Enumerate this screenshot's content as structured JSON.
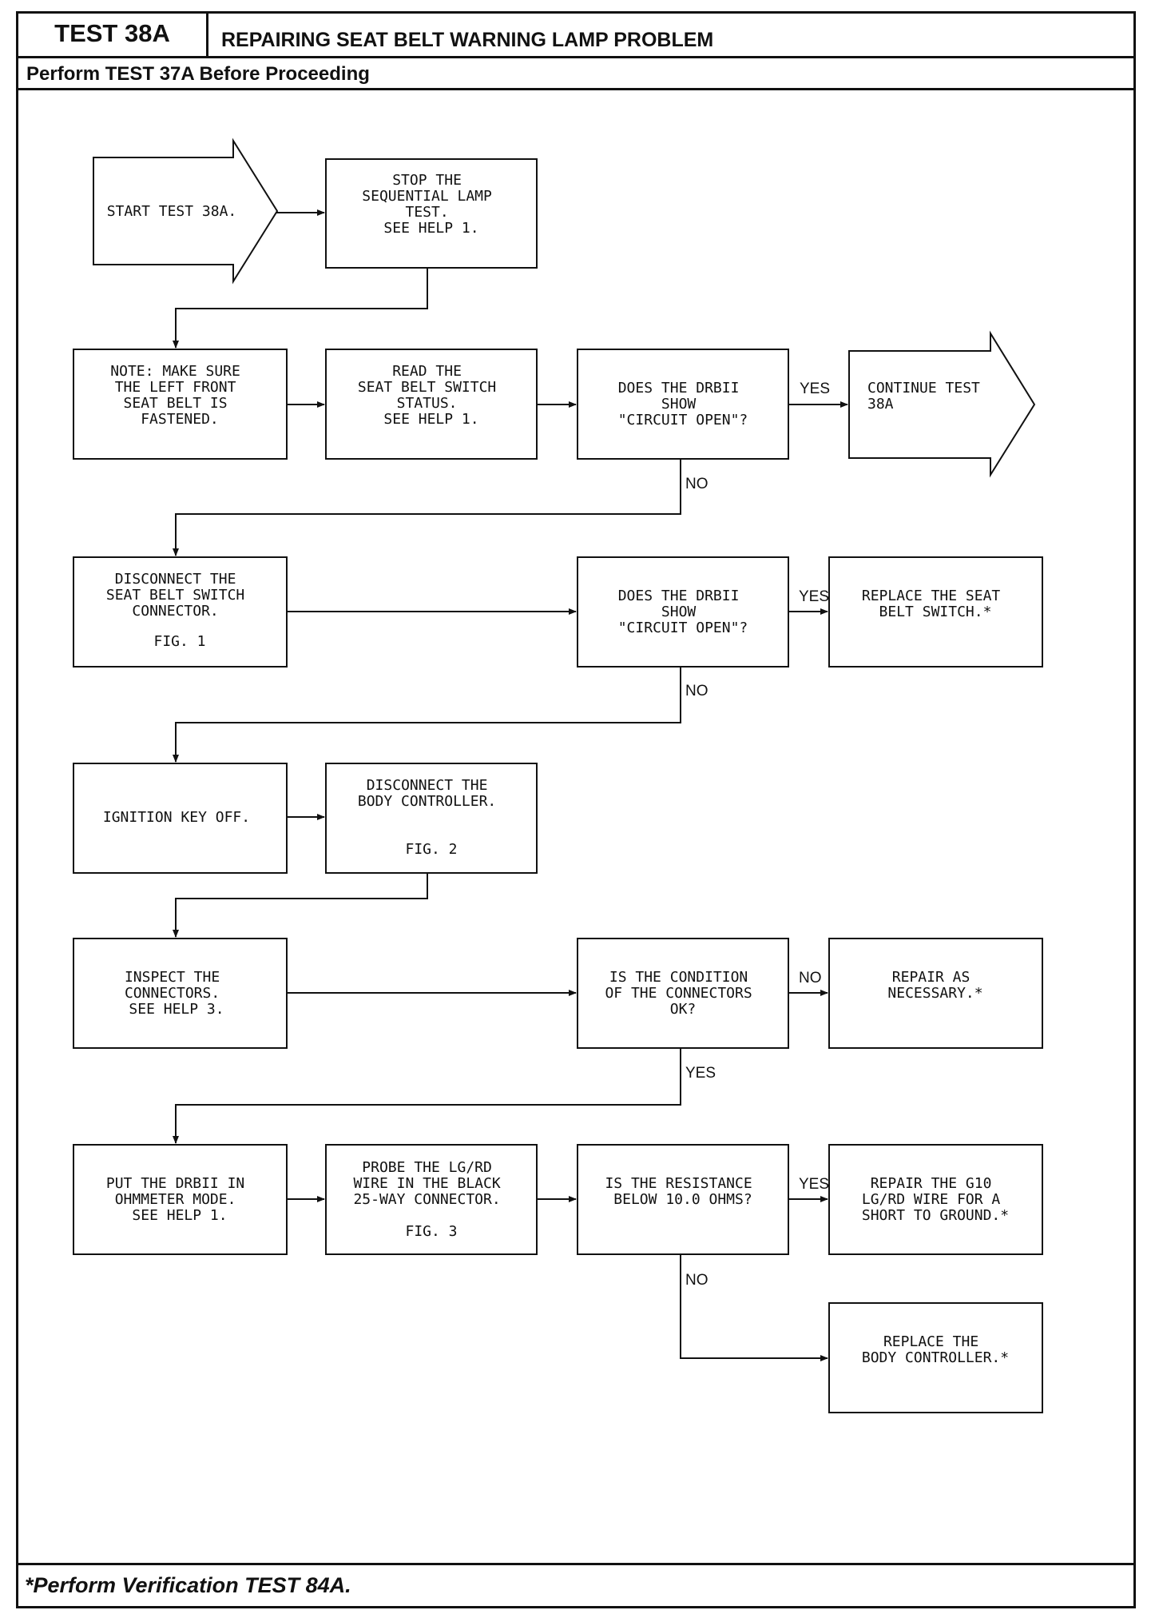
{
  "header": {
    "test_id": "TEST 38A",
    "title": "REPAIRING SEAT BELT WARNING LAMP PROBLEM",
    "subtitle": "Perform TEST 37A Before Proceeding"
  },
  "footer": "*Perform Verification TEST 84A.",
  "flow": {
    "start": [
      "START TEST 38A."
    ],
    "stop_lamp_test": [
      "STOP THE",
      "SEQUENTIAL LAMP",
      "TEST.",
      "SEE HELP 1."
    ],
    "note_seat_belt": [
      "NOTE:  MAKE SURE",
      "THE LEFT FRONT",
      "SEAT BELT IS",
      "FASTENED."
    ],
    "read_switch": [
      "READ THE",
      "SEAT BELT SWITCH",
      "STATUS.",
      "SEE HELP 1."
    ],
    "decision_circuit_1": [
      "DOES THE DRBII",
      "SHOW",
      "\"CIRCUIT OPEN\"?"
    ],
    "continue_test": [
      "CONTINUE TEST",
      "38A"
    ],
    "disconnect_switch": [
      "DISCONNECT THE",
      "SEAT BELT SWITCH",
      "CONNECTOR.",
      "",
      "FIG. 1"
    ],
    "decision_circuit_2": [
      "DOES THE DRBII",
      "SHOW",
      "\"CIRCUIT OPEN\"?"
    ],
    "replace_switch": [
      "REPLACE THE SEAT",
      "BELT SWITCH.*"
    ],
    "ignition_off": [
      "IGNITION KEY OFF."
    ],
    "disconnect_controller": [
      "DISCONNECT THE",
      "BODY CONTROLLER.",
      "",
      "FIG. 2"
    ],
    "inspect_connectors": [
      "INSPECT THE",
      "CONNECTORS.",
      "SEE HELP 3."
    ],
    "decision_connectors": [
      "IS THE CONDITION",
      "OF THE CONNECTORS",
      "OK?"
    ],
    "repair_necessary": [
      "REPAIR AS",
      "NECESSARY.*"
    ],
    "ohmmeter_mode": [
      "PUT THE DRBII IN",
      "OHMMETER MODE.",
      "SEE HELP 1."
    ],
    "probe_wire": [
      "PROBE THE LG/RD",
      "WIRE IN THE BLACK",
      "25-WAY CONNECTOR.",
      "",
      "FIG. 3"
    ],
    "decision_resistance": [
      "IS THE RESISTANCE",
      "BELOW 10.0 OHMS?"
    ],
    "repair_g10": [
      "REPAIR THE G10",
      "LG/RD WIRE FOR A",
      "SHORT TO GROUND.*"
    ],
    "replace_controller": [
      "REPLACE THE",
      "BODY CONTROLLER.*"
    ]
  },
  "branch_labels": {
    "d1_yes": "YES",
    "d1_no": "NO",
    "d2_yes": "YES",
    "d2_no": "NO",
    "d3_no": "NO",
    "d3_yes": "YES",
    "d4_yes": "YES",
    "d4_no": "NO"
  }
}
